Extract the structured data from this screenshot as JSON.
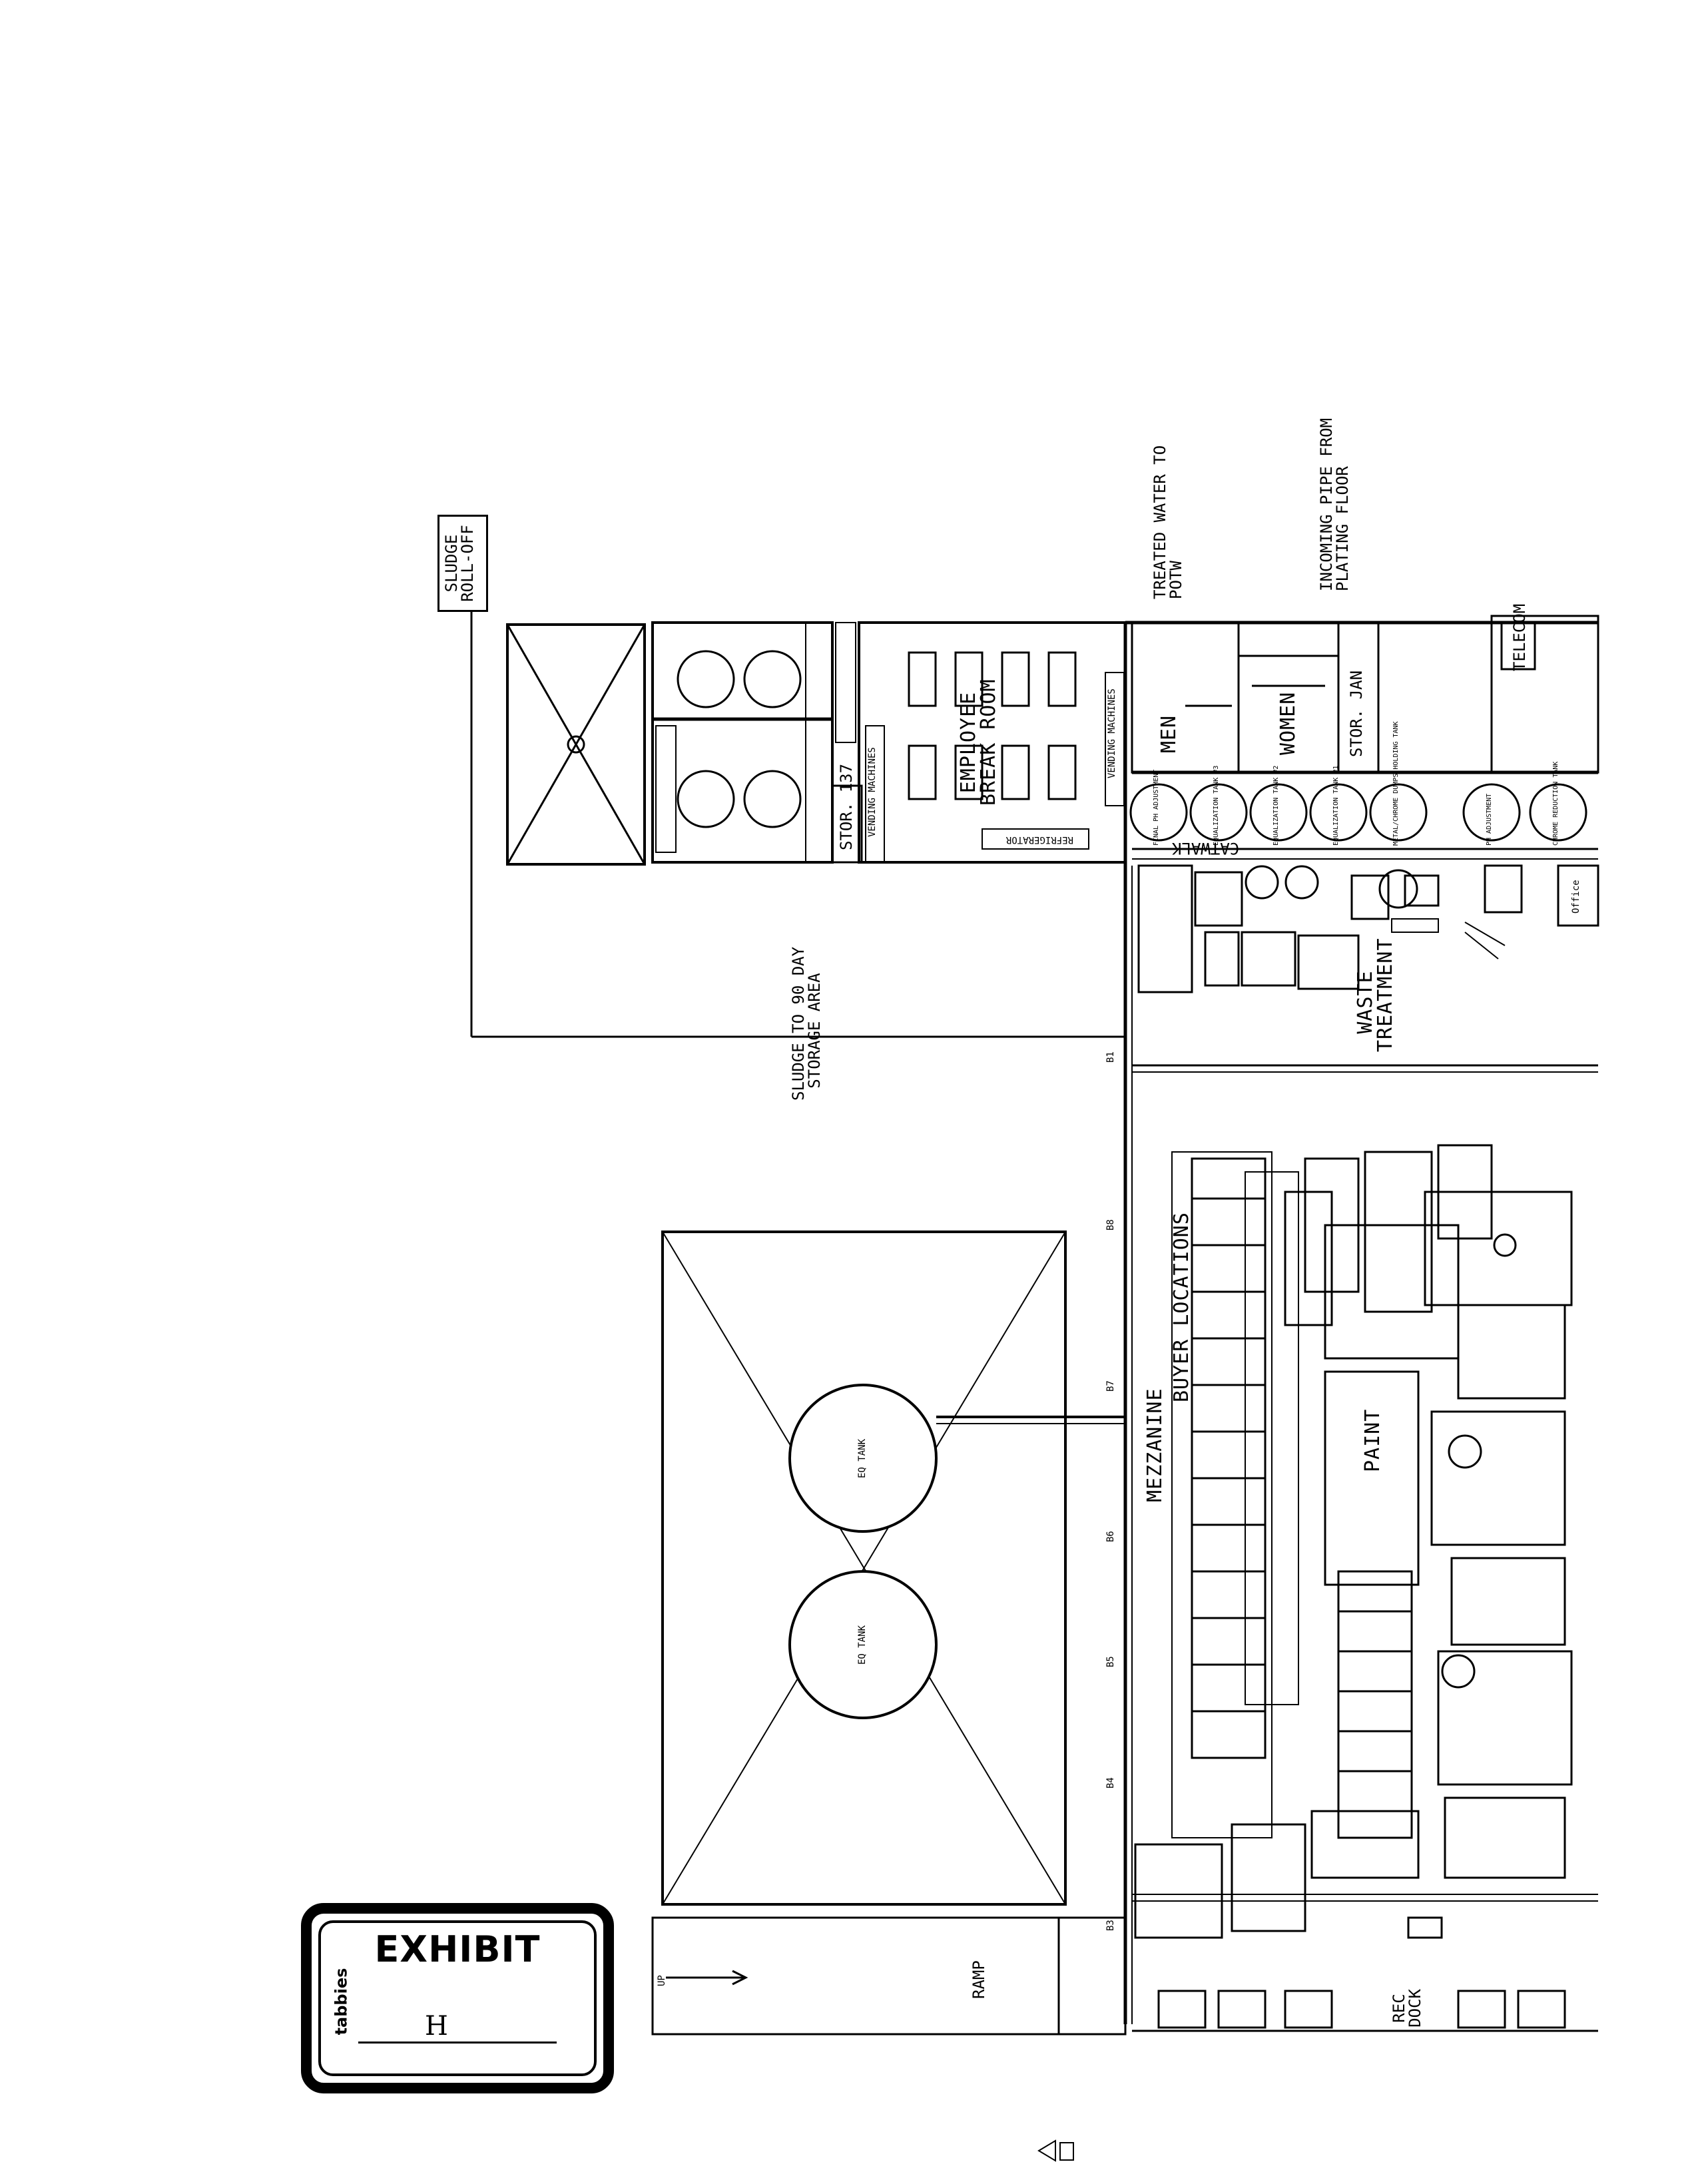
{
  "labels": {
    "sludge_rolloff": "SLUDGE\nROLL-OFF",
    "sludge_storage": "SLUDGE TO 90 DAY\nSTORAGE AREA",
    "treated_water": "TREATED WATER TO\nPOTW",
    "incoming_pipe": "INCOMING PIPE FROM\nPLATING FLOOR",
    "employee_break_room": "EMPLOYEE\nBREAK ROOM",
    "vending_machines_1": "VENDING MACHINES",
    "vending_machines_2": "VENDING MACHINES",
    "refrigerator": "REFRIGERATOR",
    "stor_137": "STOR. 137",
    "men": "MEN",
    "women": "WOMEN",
    "stor_jan": "STOR. JAN",
    "telecom": "TELECOM",
    "catwalk": "CATWALK",
    "waste_treatment": "WASTE\nTREATMENT",
    "office": "Office",
    "eq_tank_1": "EQ TANK",
    "eq_tank_2": "EQ TANK",
    "mezzanine": "MEZZANINE",
    "buyer_locations": "BUYER LOCATIONS",
    "paint": "PAINT",
    "ramp": "RAMP",
    "up": "UP",
    "rec_dock": "REC\nDOCK",
    "tank_labels": [
      "FINAL PH ADJUSTMENT",
      "EQUALIZATION TANK #3",
      "EQUALIZATION TANK #2",
      "EQUALIZATION TANK #1",
      "METAL/CHROME DUMPS HOLDING TANK",
      "PH ADJUSTMENT",
      "CHROME REDUCTION TANK"
    ]
  },
  "exhibit": {
    "title": "EXHIBIT",
    "brand": "tabbies",
    "letter": "H"
  }
}
